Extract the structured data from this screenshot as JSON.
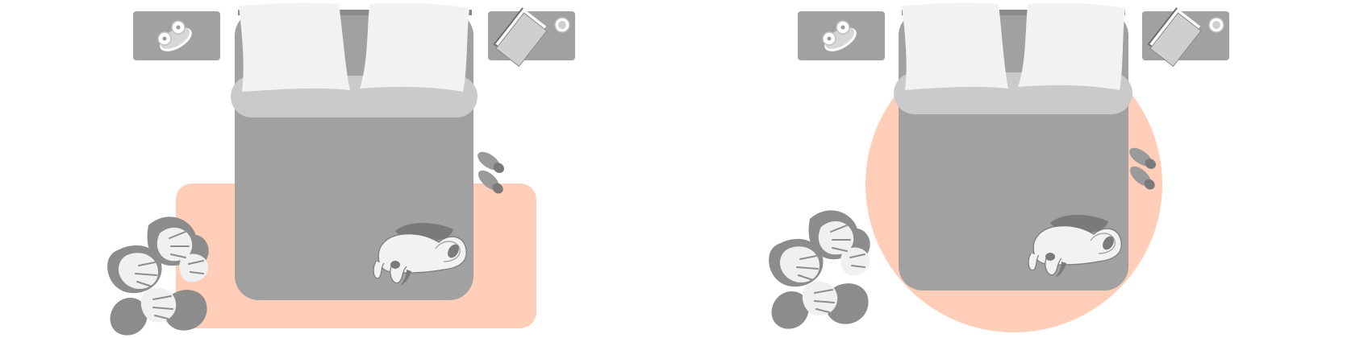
{
  "scenes": [
    {
      "name": "rectangular-rug-layout",
      "rug_shape": "rectangle"
    },
    {
      "name": "round-rug-layout",
      "rug_shape": "circle"
    }
  ],
  "colors": {
    "rug": "#ffcdb8",
    "bedding": "#a1a1a1",
    "headboard": "#8a8a8a",
    "pillow": "#f2f2f2",
    "pillow_band": "#cacaca",
    "nightstand": "#a1a1a1",
    "plant_dark": "#8c8c8c",
    "plant_light": "#f0f0f0",
    "slipper": "#9a9a9a",
    "slipper_toe": "#7a7a7a",
    "background": "#ffffff"
  },
  "icons": [
    "nightstand-lamp-icon",
    "book-icon",
    "slippers-icon",
    "sleeping-cat-icon",
    "monstera-plant-icon"
  ]
}
